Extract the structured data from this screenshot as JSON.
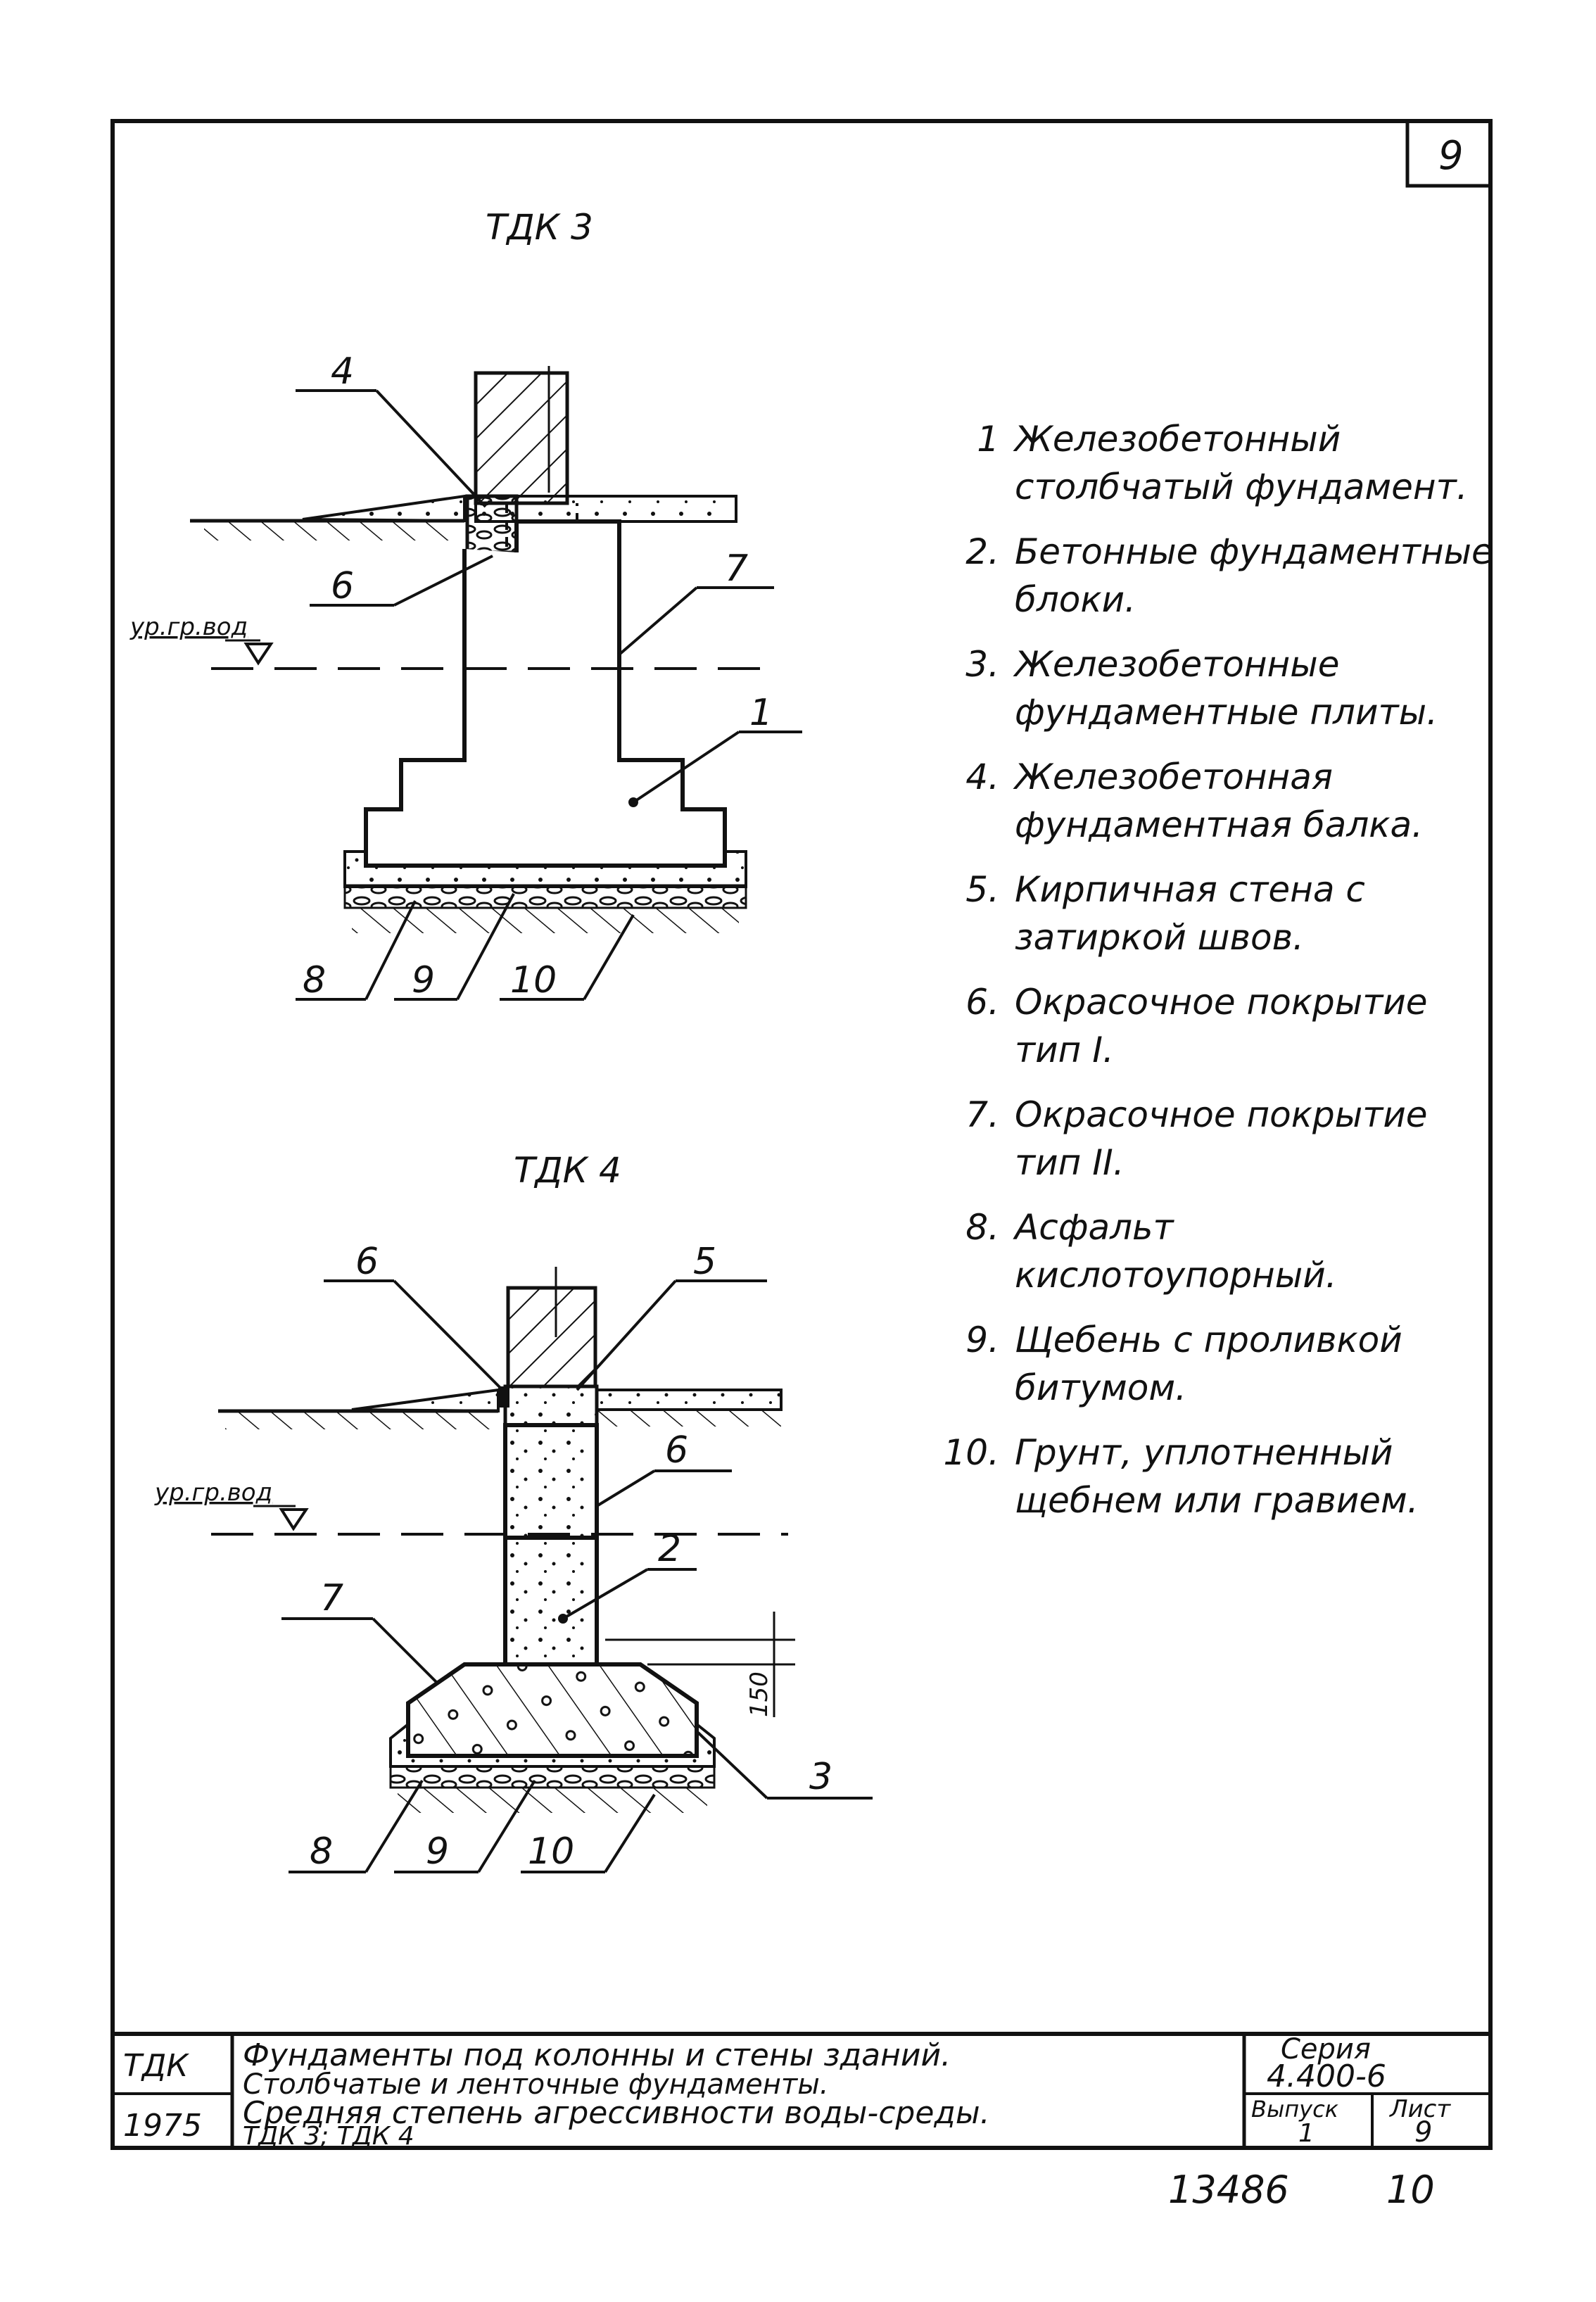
{
  "sheet_number_top": "9",
  "drawings": {
    "tdk3": {
      "title": "ТДК 3",
      "water_level_label": "ур.гр.вод",
      "callouts": [
        "4",
        "6",
        "7",
        "1",
        "8",
        "9",
        "10"
      ]
    },
    "tdk4": {
      "title": "ТДК 4",
      "water_level_label": "ур.гр.вод",
      "callouts": [
        "6",
        "5",
        "6",
        "2",
        "7",
        "3",
        "8",
        "9",
        "10"
      ],
      "dimension": "150"
    }
  },
  "legend": [
    {
      "num": "1",
      "text": "Железобетонный столбчатый фундамент."
    },
    {
      "num": "2.",
      "text": "Бетонные фундаментные блоки."
    },
    {
      "num": "3.",
      "text": "Железобетонные фундаментные плиты."
    },
    {
      "num": "4.",
      "text": "Железобетонная фундаментная балка."
    },
    {
      "num": "5.",
      "text": "Кирпичная стена с затиркой швов."
    },
    {
      "num": "6.",
      "text": "Окрасочное покрытие тип I."
    },
    {
      "num": "7.",
      "text": "Окрасочное покрытие тип II."
    },
    {
      "num": "8.",
      "text": "Асфальт кислотоупорный."
    },
    {
      "num": "9.",
      "text": "Щебень с проливкой битумом."
    },
    {
      "num": "10.",
      "text": "Грунт, уплотненный щебнем или гравием."
    }
  ],
  "title_block": {
    "code": "ТДК",
    "year": "1975",
    "line1": "Фундаменты под колонны и стены зданий.",
    "line2": "Столбчатые и ленточные фундаменты.",
    "line3": "Средняя степень агрессивности воды-среды.",
    "line4": "ТДК 3; ТДК 4",
    "series_label": "Серия",
    "series_value": "4.400-6",
    "issue_label": "Выпуск",
    "issue_value": "1",
    "sheet_label": "Лист",
    "sheet_value": "9"
  },
  "footer": {
    "doc_number": "13486",
    "page": "10"
  }
}
